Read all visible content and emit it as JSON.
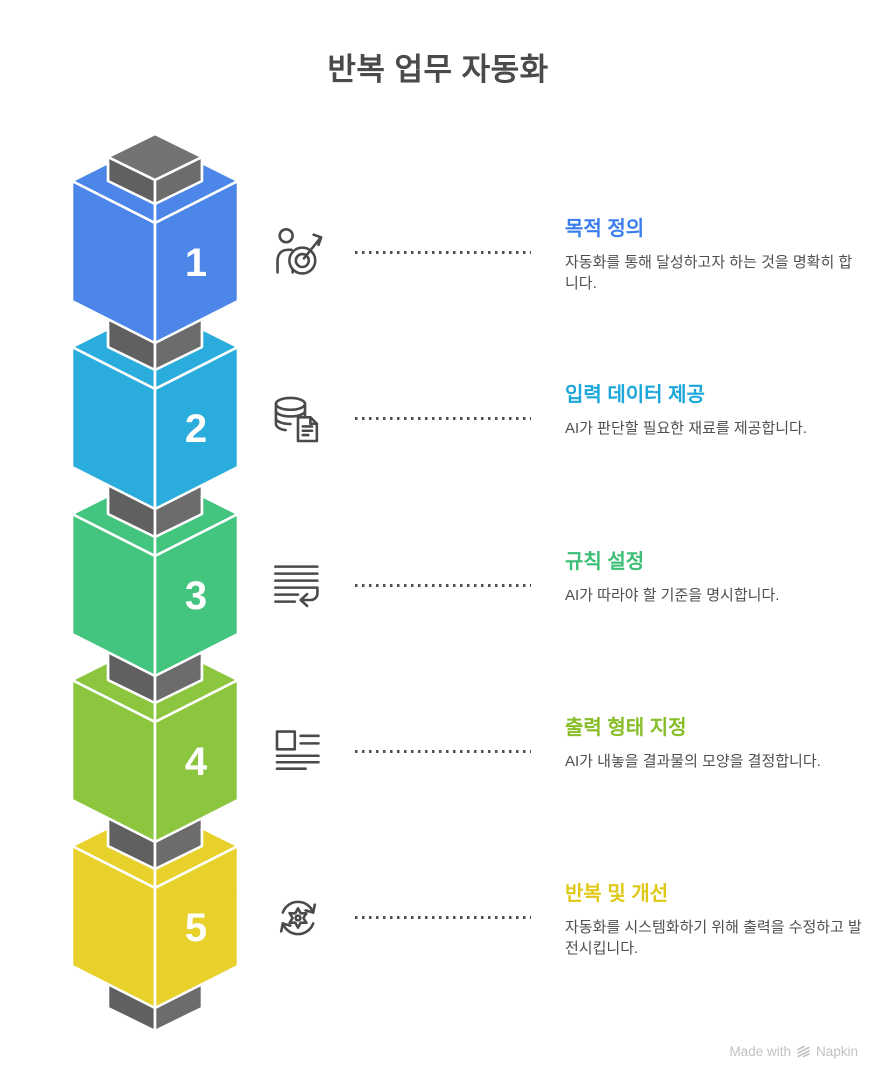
{
  "page": {
    "title": "반복 업무 자동화",
    "background": "#ffffff"
  },
  "pillar": {
    "left": "#606060",
    "right": "#6C6C6C",
    "top": "#737373"
  },
  "steps": [
    {
      "number": "1",
      "title": "목적 정의",
      "description": "자동화를 통해 달성하고자 하는 것을 명확히 합니다.",
      "block_color": "#4C86E8",
      "title_color": "#3A7DF0",
      "icon": "person-target-icon"
    },
    {
      "number": "2",
      "title": "입력 데이터 제공",
      "description": "AI가 판단할 필요한 재료를 제공합니다.",
      "block_color": "#2AACDC",
      "title_color": "#1BA7DA",
      "icon": "database-document-icon"
    },
    {
      "number": "3",
      "title": "규칙 설정",
      "description": "AI가 따라야 할 기준을 명시합니다.",
      "block_color": "#44C57F",
      "title_color": "#3CBE76",
      "icon": "rules-list-icon"
    },
    {
      "number": "4",
      "title": "출력 형태 지정",
      "description": "AI가 내놓을 결과물의 모양을 결정합니다.",
      "block_color": "#8CC63F",
      "title_color": "#87BE27",
      "icon": "layout-document-icon"
    },
    {
      "number": "5",
      "title": "반복 및 개선",
      "description": "자동화를 시스템화하기 위해 출력을 수정하고 발전시킵니다.",
      "block_color": "#E8D12B",
      "title_color": "#E0C916",
      "icon": "iterate-gear-icon"
    }
  ],
  "watermark": {
    "prefix": "Made with",
    "brand": "Napkin"
  }
}
